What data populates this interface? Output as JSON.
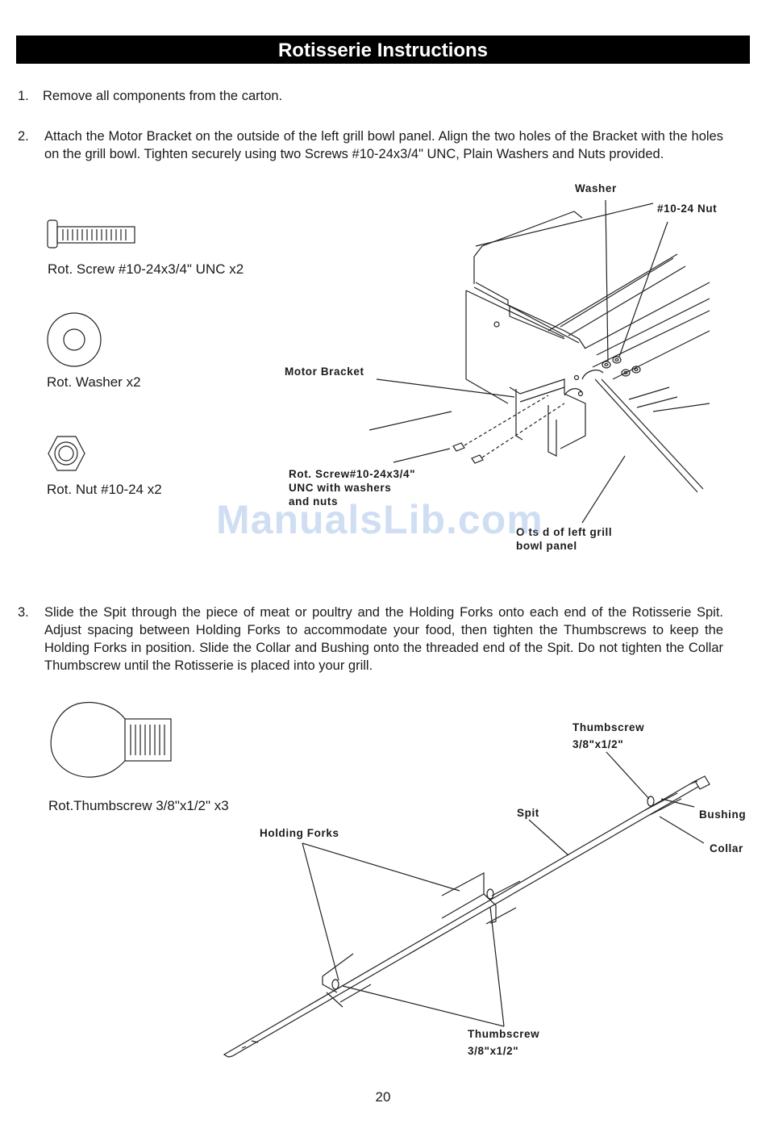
{
  "header": {
    "title": "Rotisserie   Instructions"
  },
  "steps": [
    {
      "number": "1.",
      "text": "Remove all components from the carton."
    },
    {
      "number": "2.",
      "text": "Attach the Motor Bracket on the outside of the left grill bowl panel.  Align the two holes of the Bracket with the holes on the grill bowl. Tighten securely using two Screws #10-24x3/4\" UNC, Plain Washers and Nuts provided."
    },
    {
      "number": "3.",
      "text": "Slide the Spit through the piece of meat or poultry and the Holding Forks onto each end of the Rotisserie Spit. Adjust spacing between Holding Forks to accommodate your food, then tighten the Thumbscrews to keep the Holding Forks in position. Slide the Collar and Bushing onto the threaded end of the Spit. Do not tighten the Collar Thumbscrew until the Rotisserie is placed into your grill."
    }
  ],
  "parts": {
    "screw": "Rot.  Screw #10-24x3/4\"  UNC  x2",
    "washer": "Rot.  Washer  x2",
    "nut": "Rot.  Nut  #10-24  x2",
    "thumbscrew": "Rot.Thumbscrew  3/8\"x1/2\"  x3"
  },
  "diagram1": {
    "washer": "Washer",
    "nut": "#10-24  Nut",
    "motor_bracket": "Motor   Bracket",
    "screw_line1": "Rot.    Screw#10-24x3/4\"",
    "screw_line2": "UNC   with   washers",
    "screw_line3": "and   nuts",
    "panel_line1": "O  ts d    of  left  grill",
    "panel_line2": "bowl   panel"
  },
  "diagram2": {
    "thumbscrew_top_1": "Thumbscrew",
    "thumbscrew_top_2": "3/8\"x1/2\"",
    "spit": "Spit",
    "bushing": "Bushing",
    "collar": "Collar",
    "holding_forks": "Holding   Forks",
    "thumbscrew_bottom_1": "Thumbscrew",
    "thumbscrew_bottom_2": "3/8\"x1/2\""
  },
  "watermark": "ManualsLib.com",
  "footer": {
    "page_number": "20"
  }
}
